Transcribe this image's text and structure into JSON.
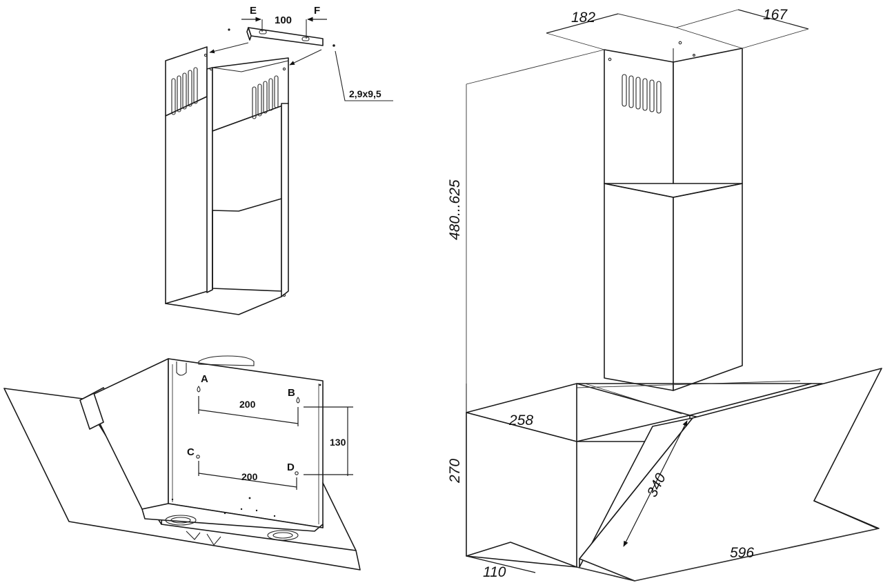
{
  "bracket": {
    "label_e": "E",
    "label_f": "F",
    "width_label": "100",
    "screw_label": "2,9x9,5"
  },
  "hood_back": {
    "point_a": "A",
    "point_b": "B",
    "point_c": "C",
    "point_d": "D",
    "spacing_top": "200",
    "spacing_bottom": "200",
    "vertical_spacing": "130"
  },
  "assembly": {
    "chimney_depth": "182",
    "chimney_width": "167",
    "chimney_height": "480...625",
    "body_depth": "258",
    "body_height": "270",
    "glass_depth": "340",
    "bottom_depth": "110",
    "overall_width": "596"
  }
}
